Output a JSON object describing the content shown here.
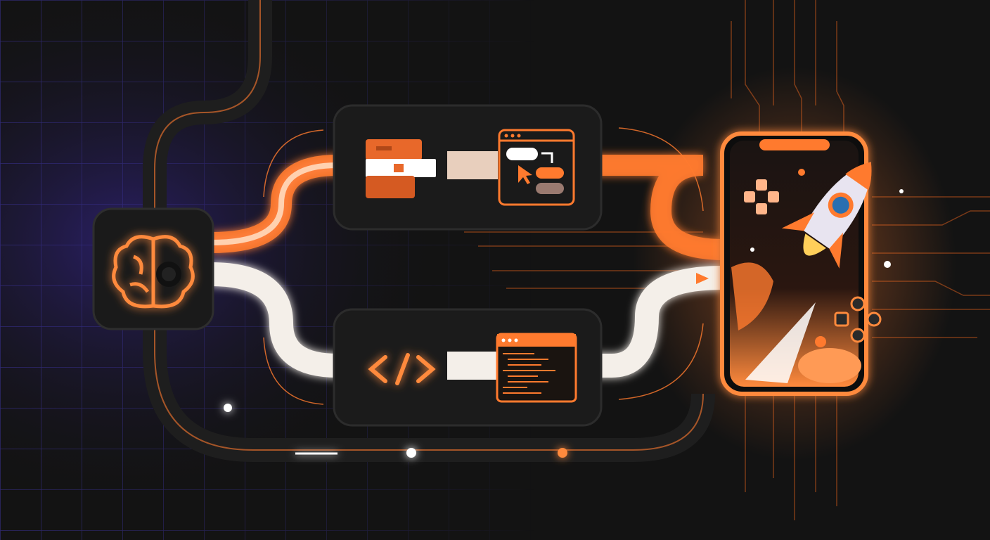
{
  "colors": {
    "background": "#131313",
    "grid": "#3a2f8a",
    "accent": "#ff7a2e",
    "glow": "#ffb07a",
    "panel": "#1c1c1c",
    "panel_border": "#2c2c2c",
    "white_flow": "#f4efe9"
  },
  "nodes": [
    {
      "id": "brain",
      "icon": "brain-gear-icon"
    },
    {
      "id": "visual-blocks",
      "icons": [
        "puzzle-block-icon",
        "drag-drop-window-icon"
      ]
    },
    {
      "id": "code",
      "icons": [
        "code-brackets-icon",
        "code-editor-window-icon"
      ]
    },
    {
      "id": "phone",
      "icons": [
        "rocket-icon",
        "dpad-icon",
        "gamepad-buttons-icon"
      ]
    }
  ]
}
